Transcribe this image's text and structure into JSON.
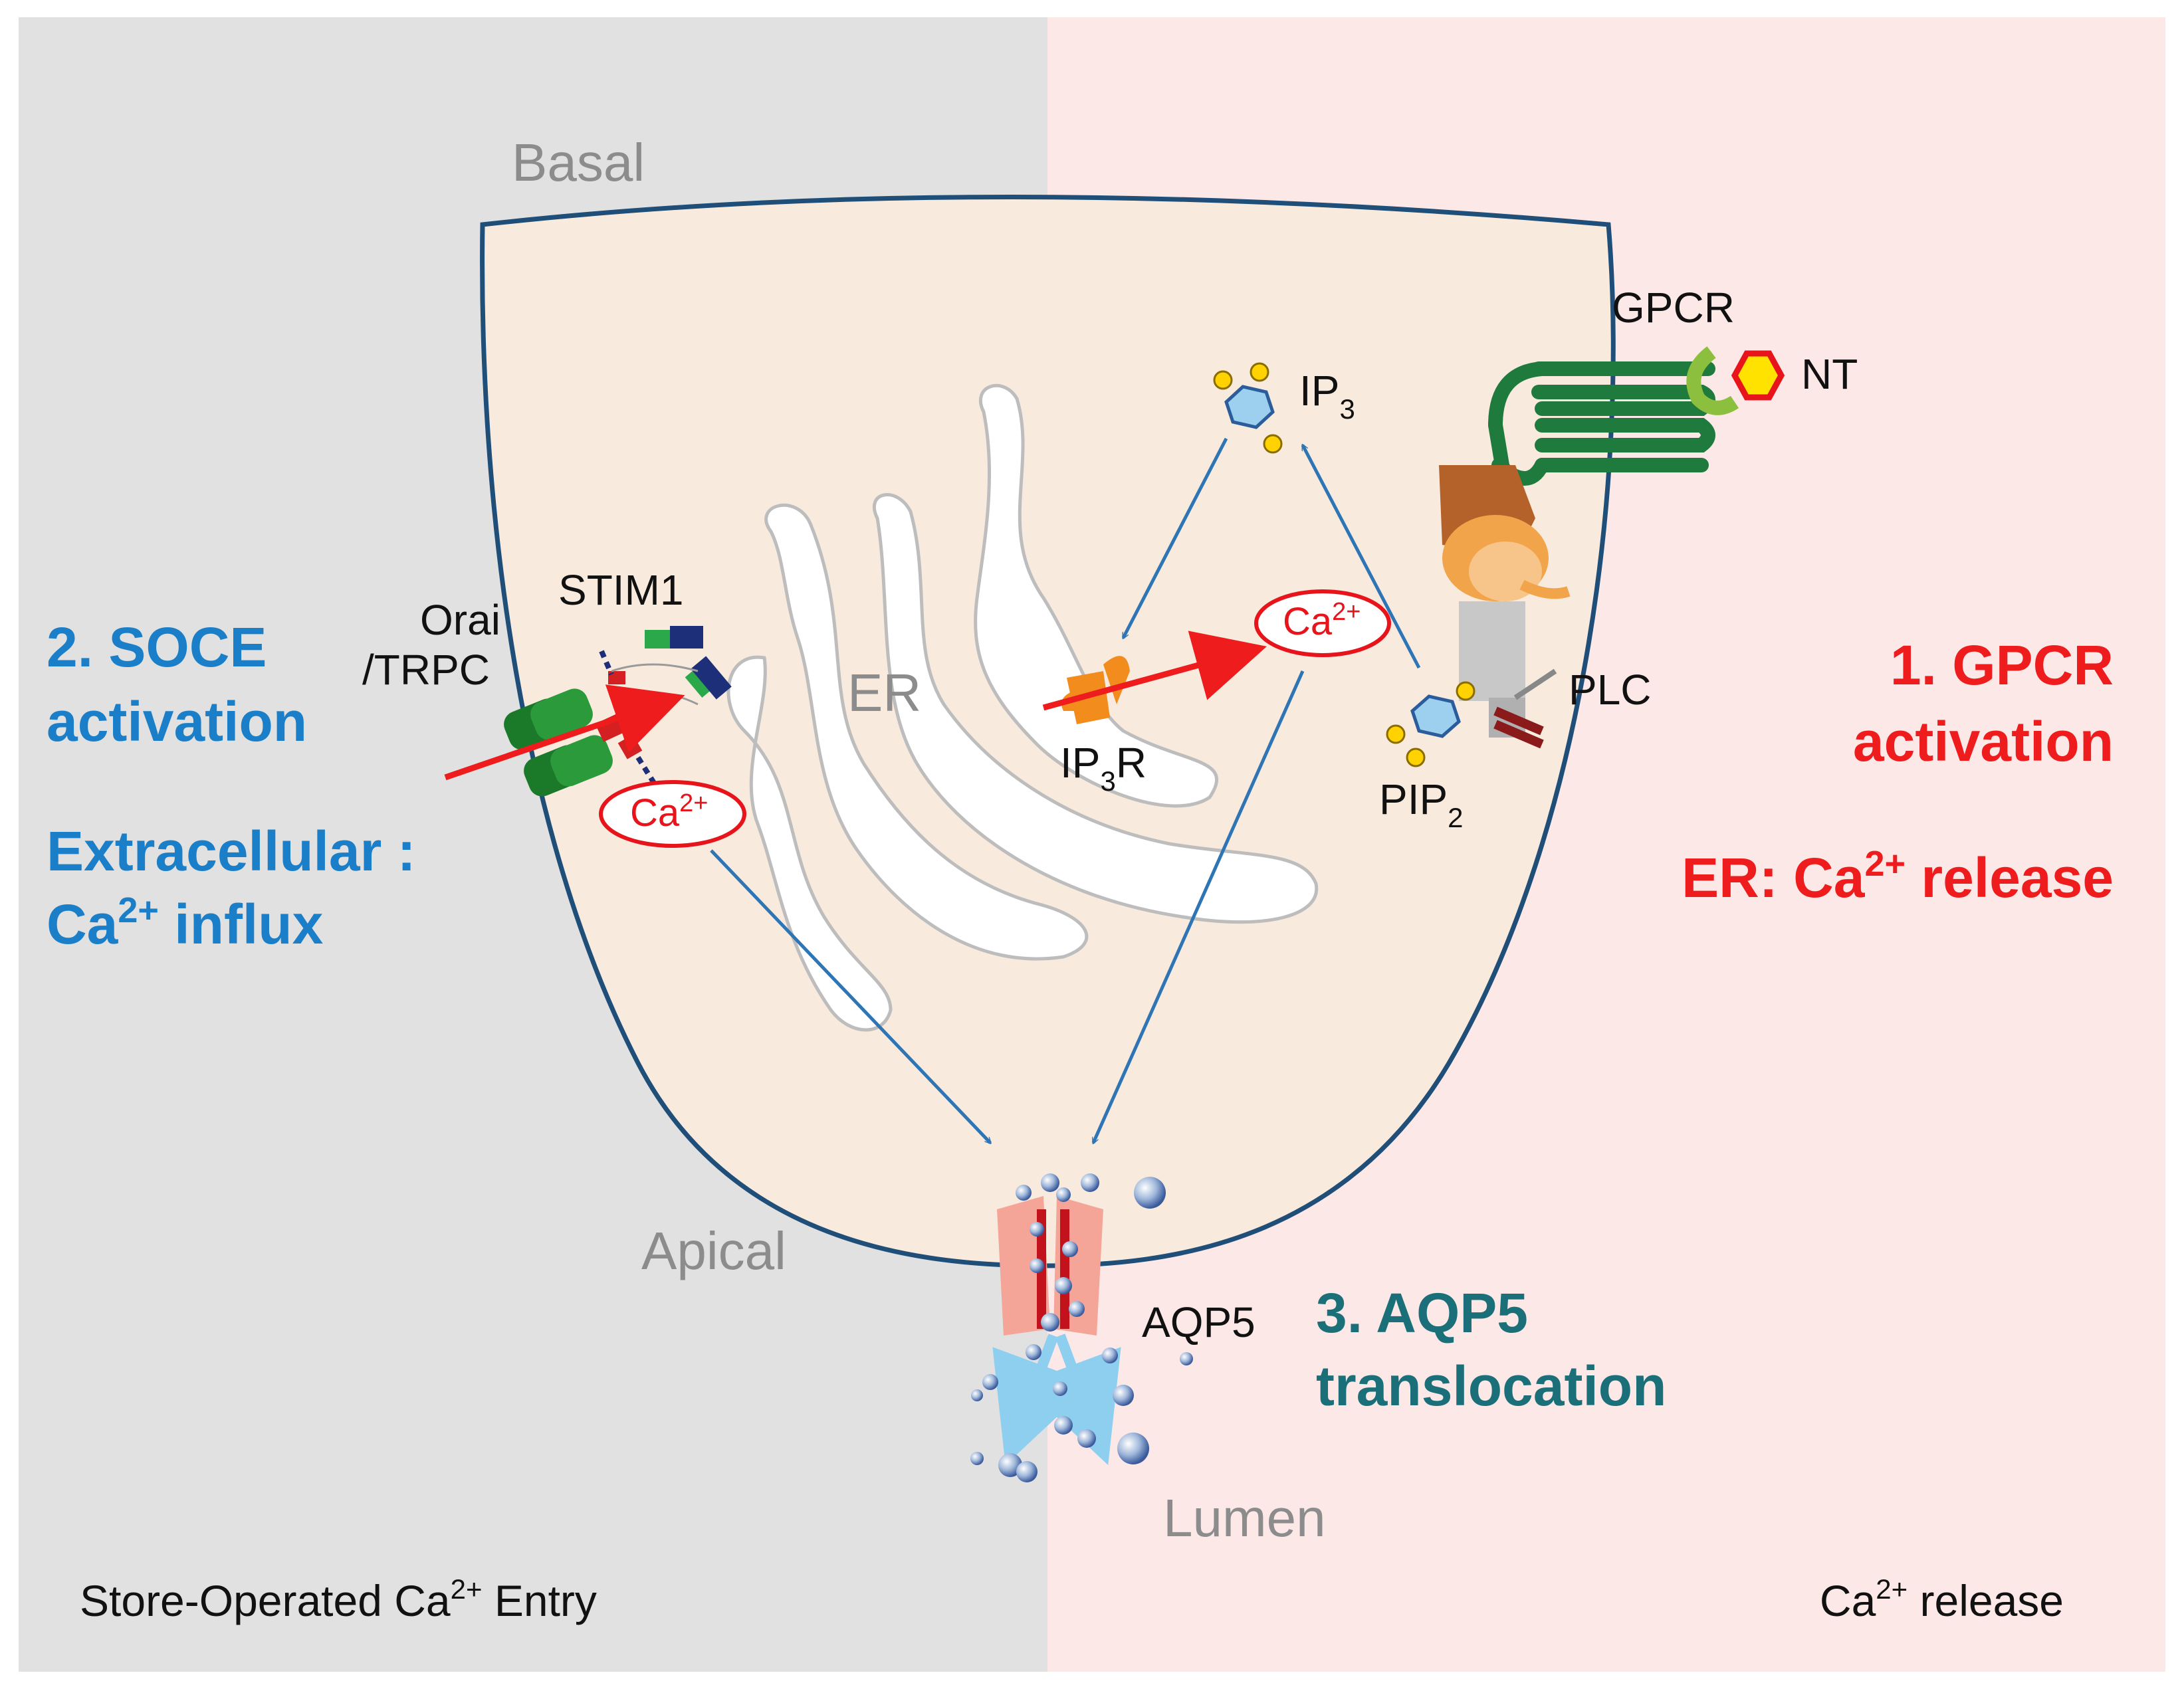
{
  "panels": {
    "left_footer": {
      "pre": "Store-Operated Ca",
      "sup": "2+",
      "post": " Entry"
    },
    "right_footer": {
      "pre": "Ca",
      "sup": "2+",
      "post": " release"
    }
  },
  "regions": {
    "basal": "Basal",
    "apical": "Apical",
    "lumen": "Lumen",
    "er": "ER"
  },
  "molecules": {
    "gpcr": "GPCR",
    "nt": "NT",
    "ip3": {
      "base": "IP",
      "sub": "3"
    },
    "ip3r": {
      "base": "IP",
      "sub": "3",
      "suffix": "R"
    },
    "pip2": {
      "base": "PIP",
      "sub": "2"
    },
    "plc": "PLC",
    "stim1": "STIM1",
    "orai_line1": "Orai",
    "orai_line2": "/TRPC",
    "aqp5": "AQP5",
    "ca_cytosol": {
      "base": "Ca",
      "sup": "2+"
    },
    "ca_er": {
      "base": "Ca",
      "sup": "2+"
    }
  },
  "steps": {
    "soce_line1": "2. SOCE",
    "soce_line2": "activation",
    "extracellular_line1": "Extracellular  :",
    "extracellular_line2": {
      "base": "Ca",
      "sup": "2+",
      "post": " influx"
    },
    "gpcr_line1": "1. GPCR",
    "gpcr_line2": "activation",
    "er_release": {
      "pre": "ER:  Ca",
      "sup": "2+",
      "post": "  release"
    },
    "aqp5_line1": "3. AQP5",
    "aqp5_line2": "translocation"
  },
  "colors": {
    "left_bg": "#e1e1e1",
    "right_bg": "#fde8e8",
    "cell_fill": "#f8ebde",
    "cell_stroke": "#1f4e79",
    "arrow_blue": "#2e75b6",
    "arrow_red": "#ee1c1c",
    "soce_blue": "#1a7fc8",
    "gpcr_red": "#ee1c1c",
    "aqp5_teal": "#1a6f79"
  }
}
